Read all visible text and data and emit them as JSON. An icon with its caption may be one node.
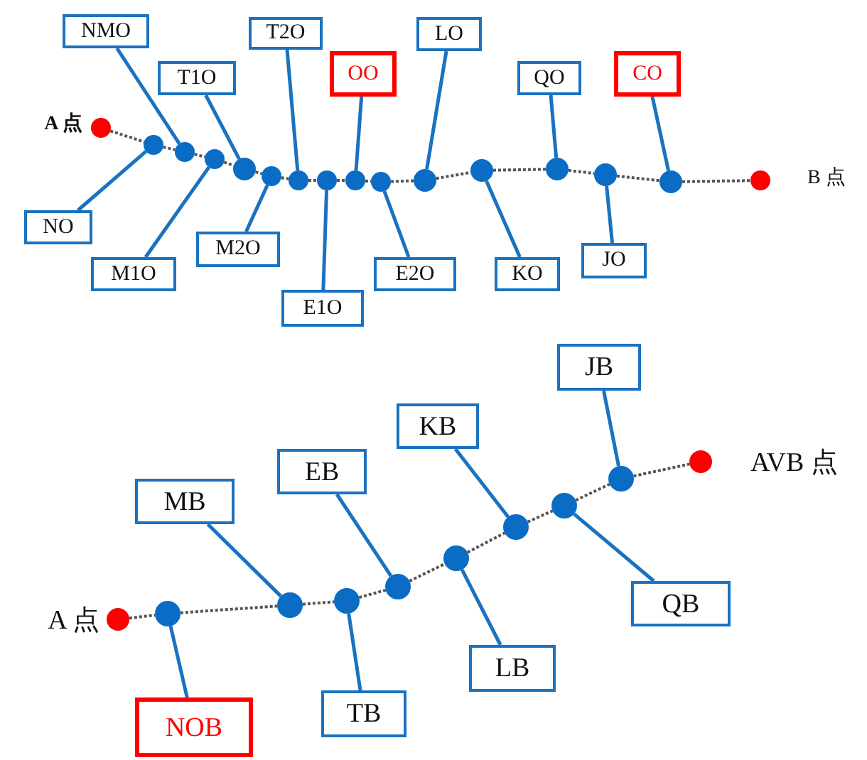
{
  "diagram": {
    "nodes": [
      {
        "text": [],
        "shape": "circle",
        "beside": [
          "A 点"
        ]
      },
      {
        "text": [],
        "shape": "circle"
      },
      {
        "text": [],
        "shape": "circle"
      },
      {
        "text": [],
        "shape": "circle"
      },
      {
        "text": [],
        "shape": "circle"
      },
      {
        "text": [],
        "shape": "circle"
      },
      {
        "text": [],
        "shape": "circle"
      },
      {
        "text": [],
        "shape": "circle"
      },
      {
        "text": [],
        "shape": "circle"
      },
      {
        "text": [],
        "shape": "circle"
      },
      {
        "text": [],
        "shape": "circle"
      },
      {
        "text": [],
        "shape": "circle"
      },
      {
        "text": [],
        "shape": "circle"
      },
      {
        "text": [],
        "shape": "circle"
      },
      {
        "text": [],
        "shape": "circle"
      },
      {
        "text": [],
        "shape": "circle",
        "beside": [
          "B 点"
        ]
      },
      {
        "text": [
          "NO"
        ]
      },
      {
        "text": [
          "NMO"
        ]
      },
      {
        "text": [
          "M1O"
        ]
      },
      {
        "text": [
          "T1O"
        ]
      },
      {
        "text": [
          "M2O"
        ]
      },
      {
        "text": [
          "T2O"
        ]
      },
      {
        "text": [
          "E1O"
        ]
      },
      {
        "text": [
          "OO"
        ]
      },
      {
        "text": [
          "E2O"
        ]
      },
      {
        "text": [
          "LO"
        ]
      },
      {
        "text": [
          "KO"
        ]
      },
      {
        "text": [
          "QO"
        ]
      },
      {
        "text": [
          "JO"
        ]
      },
      {
        "text": [
          "CO"
        ]
      },
      {
        "text": [],
        "shape": "circle",
        "beside": [
          "A 点"
        ]
      },
      {
        "text": [],
        "shape": "circle"
      },
      {
        "text": [],
        "shape": "circle"
      },
      {
        "text": [],
        "shape": "circle"
      },
      {
        "text": [],
        "shape": "circle"
      },
      {
        "text": [],
        "shape": "circle"
      },
      {
        "text": [],
        "shape": "circle"
      },
      {
        "text": [],
        "shape": "circle"
      },
      {
        "text": [],
        "shape": "circle"
      },
      {
        "text": [],
        "shape": "circle",
        "beside": [
          "AVB 点"
        ]
      },
      {
        "text": [
          "NOB"
        ]
      },
      {
        "text": [
          "MB"
        ]
      },
      {
        "text": [
          "TB"
        ]
      },
      {
        "text": [
          "EB"
        ]
      },
      {
        "text": [
          "LB"
        ]
      },
      {
        "text": [
          "KB"
        ]
      },
      {
        "text": [
          "QB"
        ]
      },
      {
        "text": [
          "JB"
        ]
      }
    ],
    "edges": [
      {
        "from": 0,
        "to": 1,
        "arrow": "none",
        "style": "dashed"
      },
      {
        "from": 1,
        "to": 2,
        "arrow": "none",
        "style": "dashed"
      },
      {
        "from": 2,
        "to": 3,
        "arrow": "none",
        "style": "dashed"
      },
      {
        "from": 3,
        "to": 4,
        "arrow": "none",
        "style": "dashed"
      },
      {
        "from": 4,
        "to": 5,
        "arrow": "none",
        "style": "dashed"
      },
      {
        "from": 5,
        "to": 6,
        "arrow": "none",
        "style": "dashed"
      },
      {
        "from": 6,
        "to": 7,
        "arrow": "none",
        "style": "dashed"
      },
      {
        "from": 7,
        "to": 8,
        "arrow": "none",
        "style": "dashed"
      },
      {
        "from": 8,
        "to": 9,
        "arrow": "none",
        "style": "dashed"
      },
      {
        "from": 9,
        "to": 10,
        "arrow": "none",
        "style": "dashed"
      },
      {
        "from": 10,
        "to": 11,
        "arrow": "none",
        "style": "dashed"
      },
      {
        "from": 11,
        "to": 12,
        "arrow": "none",
        "style": "dashed"
      },
      {
        "from": 12,
        "to": 13,
        "arrow": "none",
        "style": "dashed"
      },
      {
        "from": 13,
        "to": 14,
        "arrow": "none",
        "style": "dashed"
      },
      {
        "from": 14,
        "to": 15,
        "arrow": "none",
        "style": "dashed"
      },
      {
        "from": 30,
        "to": 31,
        "arrow": "none",
        "style": "dashed"
      },
      {
        "from": 31,
        "to": 32,
        "arrow": "none",
        "style": "dashed"
      },
      {
        "from": 32,
        "to": 33,
        "arrow": "none",
        "style": "dashed"
      },
      {
        "from": 33,
        "to": 34,
        "arrow": "none",
        "style": "dashed"
      },
      {
        "from": 34,
        "to": 35,
        "arrow": "none",
        "style": "dashed"
      },
      {
        "from": 35,
        "to": 36,
        "arrow": "none",
        "style": "dashed"
      },
      {
        "from": 36,
        "to": 37,
        "arrow": "none",
        "style": "dashed"
      },
      {
        "from": 37,
        "to": 38,
        "arrow": "none",
        "style": "dashed"
      },
      {
        "from": 38,
        "to": 39,
        "arrow": "none",
        "style": "dashed"
      },
      {
        "from": 16,
        "to": 1,
        "arrow": "none",
        "color": "#1a72c0"
      },
      {
        "from": 17,
        "to": 2,
        "arrow": "none",
        "color": "#1a72c0"
      },
      {
        "from": 18,
        "to": 3,
        "arrow": "none",
        "color": "#1a72c0"
      },
      {
        "from": 19,
        "to": 4,
        "arrow": "none",
        "color": "#1a72c0"
      },
      {
        "from": 20,
        "to": 5,
        "arrow": "none",
        "color": "#1a72c0"
      },
      {
        "from": 21,
        "to": 6,
        "arrow": "none",
        "color": "#1a72c0"
      },
      {
        "from": 22,
        "to": 7,
        "arrow": "none",
        "color": "#1a72c0"
      },
      {
        "from": 23,
        "to": 8,
        "arrow": "none",
        "color": "#1a72c0"
      },
      {
        "from": 24,
        "to": 9,
        "arrow": "none",
        "color": "#1a72c0"
      },
      {
        "from": 25,
        "to": 10,
        "arrow": "none",
        "color": "#1a72c0"
      },
      {
        "from": 26,
        "to": 11,
        "arrow": "none",
        "color": "#1a72c0"
      },
      {
        "from": 27,
        "to": 12,
        "arrow": "none",
        "color": "#1a72c0"
      },
      {
        "from": 28,
        "to": 13,
        "arrow": "none",
        "color": "#1a72c0"
      },
      {
        "from": 29,
        "to": 14,
        "arrow": "none",
        "color": "#1a72c0"
      },
      {
        "from": 40,
        "to": 31,
        "arrow": "none",
        "color": "#1a72c0"
      },
      {
        "from": 41,
        "to": 32,
        "arrow": "none",
        "color": "#1a72c0"
      },
      {
        "from": 42,
        "to": 33,
        "arrow": "none",
        "color": "#1a72c0"
      },
      {
        "from": 43,
        "to": 34,
        "arrow": "none",
        "color": "#1a72c0"
      },
      {
        "from": 44,
        "to": 35,
        "arrow": "none",
        "color": "#1a72c0"
      },
      {
        "from": 45,
        "to": 36,
        "arrow": "none",
        "color": "#1a72c0"
      },
      {
        "from": 46,
        "to": 37,
        "arrow": "none",
        "color": "#1a72c0"
      },
      {
        "from": 47,
        "to": 38,
        "arrow": "none",
        "color": "#1a72c0"
      }
    ]
  }
}
